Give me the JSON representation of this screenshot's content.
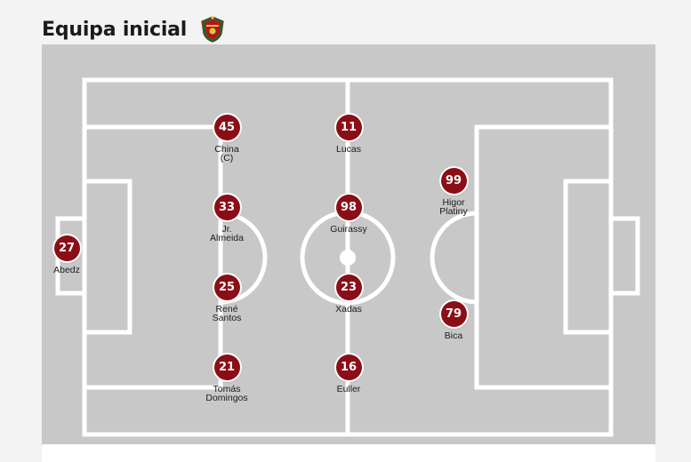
{
  "header": {
    "title": "Equipa inicial",
    "crest_icon": "club-crest-icon"
  },
  "colors": {
    "player_badge": "#8b0e16",
    "pitch_background": "#c8c8c8",
    "pitch_lines": "#ffffff"
  },
  "formation": {
    "players": [
      {
        "id": "abedz",
        "number": "27",
        "name_lines": [
          "Abedz"
        ]
      },
      {
        "id": "china",
        "number": "45",
        "name_lines": [
          "China",
          "(C)"
        ]
      },
      {
        "id": "jr-almeida",
        "number": "33",
        "name_lines": [
          "Jr.",
          "Almeida"
        ]
      },
      {
        "id": "rene-santos",
        "number": "25",
        "name_lines": [
          "René",
          "Santos"
        ]
      },
      {
        "id": "tomas-domingos",
        "number": "21",
        "name_lines": [
          "Tomás",
          "Domingos"
        ]
      },
      {
        "id": "lucas",
        "number": "11",
        "name_lines": [
          "Lucas"
        ]
      },
      {
        "id": "guirassy",
        "number": "98",
        "name_lines": [
          "Guirassy"
        ]
      },
      {
        "id": "xadas",
        "number": "23",
        "name_lines": [
          "Xadas"
        ]
      },
      {
        "id": "euller",
        "number": "16",
        "name_lines": [
          "Euller"
        ]
      },
      {
        "id": "higor-platiny",
        "number": "99",
        "name_lines": [
          "Higor",
          "Platiny"
        ]
      },
      {
        "id": "bica",
        "number": "79",
        "name_lines": [
          "Bica"
        ]
      }
    ]
  }
}
